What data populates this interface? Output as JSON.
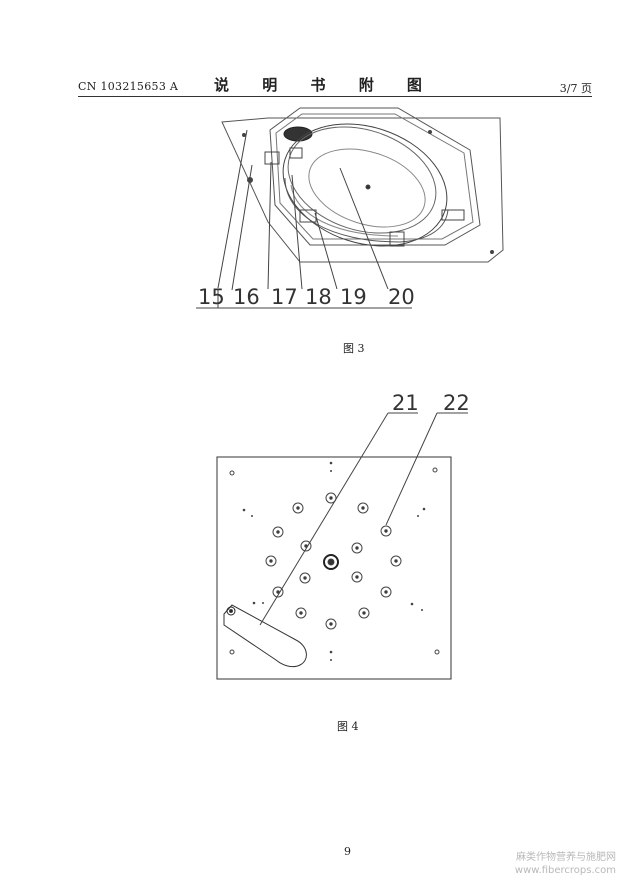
{
  "header": {
    "left": "CN 103215653 A",
    "center": "说 明 书 附 图",
    "right": "3/7 页"
  },
  "figure3": {
    "caption": "图 3",
    "labels": [
      "15",
      "16",
      "17",
      "18",
      "19",
      "20"
    ]
  },
  "figure4": {
    "caption": "图 4",
    "labels": [
      "21",
      "22"
    ]
  },
  "footer": {
    "page_number": "9"
  },
  "watermark": {
    "line1": "麻类作物营养与施肥网",
    "line2": "www.fibercrops.com"
  }
}
